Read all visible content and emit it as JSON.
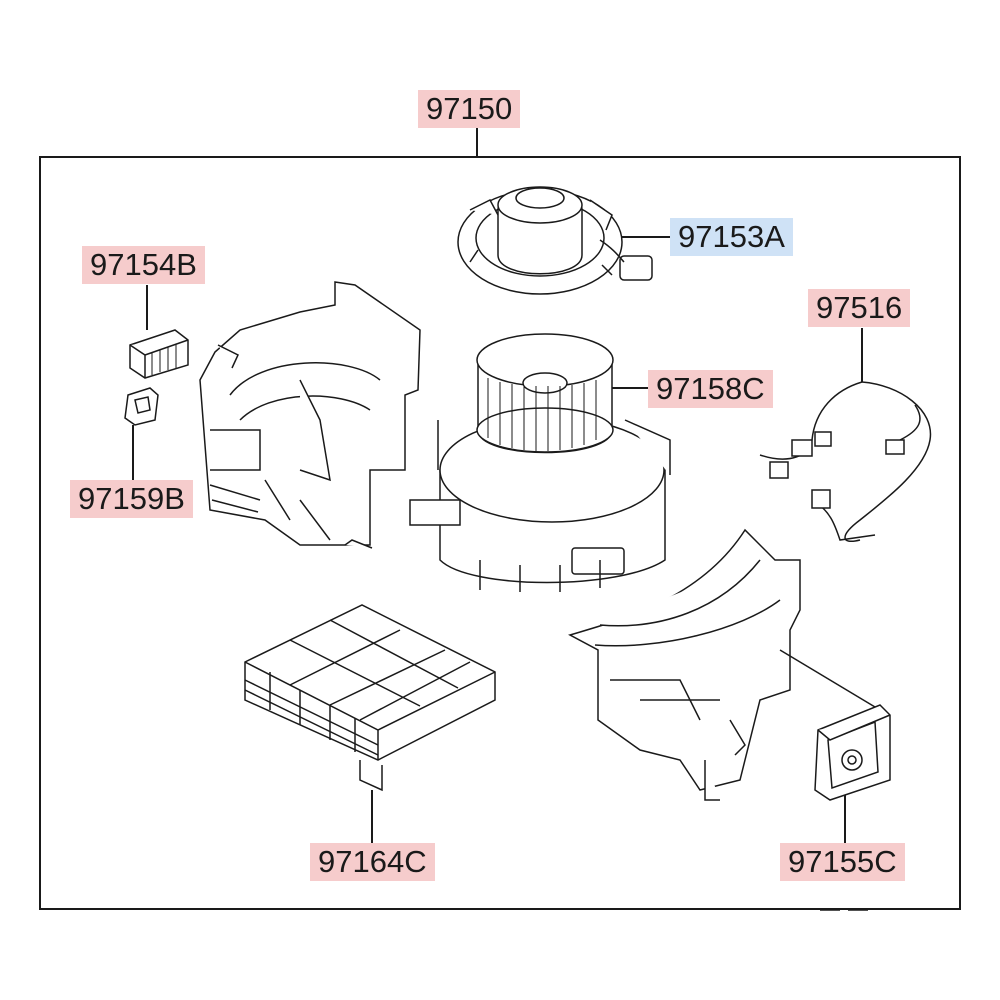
{
  "diagram": {
    "colors": {
      "line": "#1a1a1a",
      "label_red_bg": "#f6cccc",
      "label_blue_bg": "#cfe2f6"
    },
    "labels": {
      "assembly": "97150",
      "motor": "97153A",
      "resistor": "97154B",
      "wiring": "97516",
      "fan": "97158C",
      "clip": "97159B",
      "filter": "97164C",
      "actuator": "97155C"
    }
  }
}
